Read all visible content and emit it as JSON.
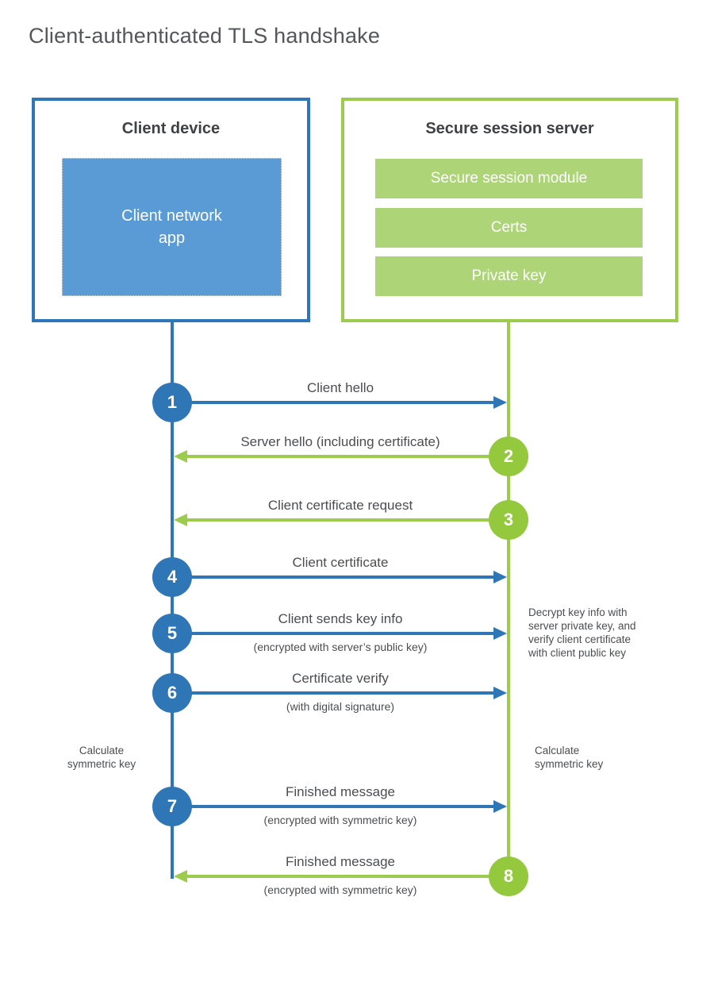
{
  "title": "Client-authenticated TLS handshake",
  "colors": {
    "blue": "#2E76B6",
    "blue-fill": "#5B9BD5",
    "green": "#9CCB4E",
    "green-circle": "#94C83D",
    "green-fill": "#ADD578",
    "heading": "#3F4145",
    "text": "#4B4D51",
    "title": "#54565B"
  },
  "client": {
    "title": "Client device",
    "app_label": "Client network\napp"
  },
  "server": {
    "title": "Secure session server",
    "modules": [
      "Secure session module",
      "Certs",
      "Private key"
    ]
  },
  "messages": [
    {
      "num": "1",
      "label": "Client hello",
      "direction": "right",
      "color": "blue"
    },
    {
      "num": "2",
      "label": "Server hello (including certificate)",
      "direction": "left",
      "color": "green"
    },
    {
      "num": "3",
      "label": "Client certificate request",
      "direction": "left",
      "color": "green"
    },
    {
      "num": "4",
      "label": "Client certificate",
      "direction": "right",
      "color": "blue"
    },
    {
      "num": "5",
      "label": "Client sends key info",
      "sub": "(encrypted with server’s public key)",
      "direction": "right",
      "color": "blue"
    },
    {
      "num": "6",
      "label": "Certificate verify",
      "sub": "(with digital signature)",
      "direction": "right",
      "color": "blue"
    },
    {
      "num": "7",
      "label": "Finished message",
      "sub": "(encrypted with symmetric key)",
      "direction": "right",
      "color": "blue"
    },
    {
      "num": "8",
      "label": "Finished message",
      "sub": "(encrypted with symmetric key)",
      "direction": "left",
      "color": "green"
    }
  ],
  "annotations": {
    "server_note": "Decrypt key info with\nserver private key, and\nverify client certificate\nwith client public key",
    "client_calc": "Calculate\nsymmetric key",
    "server_calc": "Calculate\nsymmetric key"
  }
}
